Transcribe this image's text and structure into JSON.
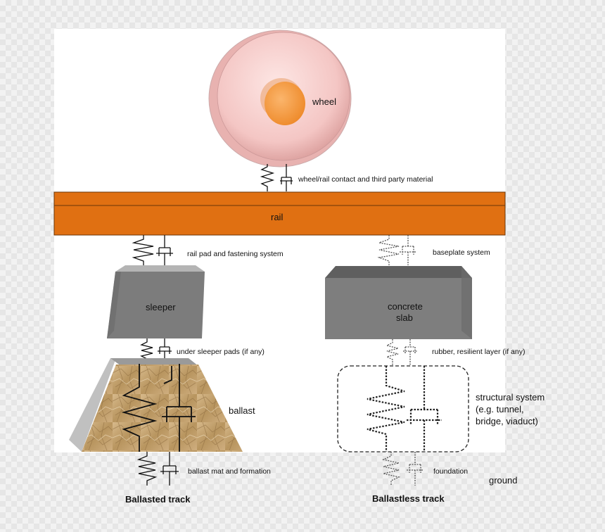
{
  "labels": {
    "wheel": "wheel",
    "contact": "wheel/rail contact and  third party material",
    "rail": "rail",
    "rail_pad": "rail pad and fastening system",
    "baseplate": "baseplate  system",
    "sleeper": "sleeper",
    "slab_line1": "concrete",
    "slab_line2": "slab",
    "under_sleeper": "under sleeper pads (if any)",
    "rubber": "rubber, resilient layer  (if any)",
    "ballast": "ballast",
    "structural_1": "structural system",
    "structural_2": "(e.g.  tunnel,",
    "structural_3": "bridge, viaduct)",
    "ballast_mat": "ballast mat and formation",
    "foundation": "foundation",
    "ground": "ground",
    "ballasted_track": "Ballasted track",
    "ballastless_track": "Ballastless track"
  },
  "colors": {
    "rail": "#e07012",
    "wheel_outer": "#f4c6c4",
    "wheel_hub": "#f59a43",
    "sleeper": "#7e7e7e",
    "ballast": "#c9a87a"
  }
}
